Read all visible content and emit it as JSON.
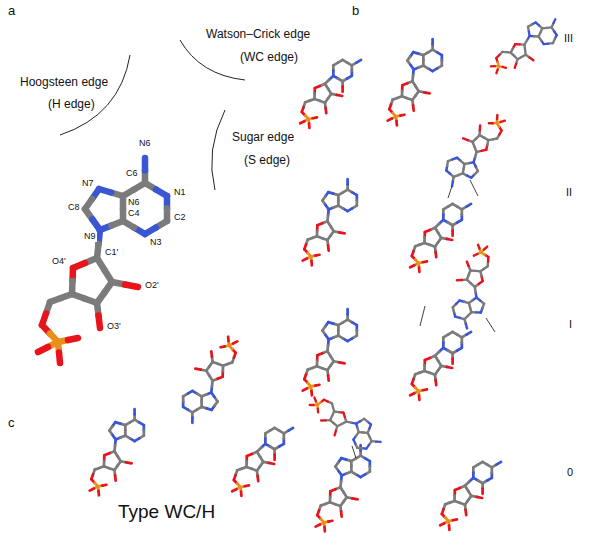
{
  "diagram": {
    "labels": [
      "a",
      "Hoogsteen edge",
      "(H edge)",
      "Watson–Crick edge",
      "(WC edge)",
      "Sugar edge",
      "(S edge)",
      "N6",
      "C6",
      "N1",
      "N6",
      "N7",
      "C2",
      "C8",
      "N9",
      "C4",
      "N3",
      "C1'",
      "O4'",
      "O2'",
      "O3'",
      "b",
      "III",
      "II",
      "I",
      "0",
      "c",
      "Type WC/H"
    ]
  }
}
